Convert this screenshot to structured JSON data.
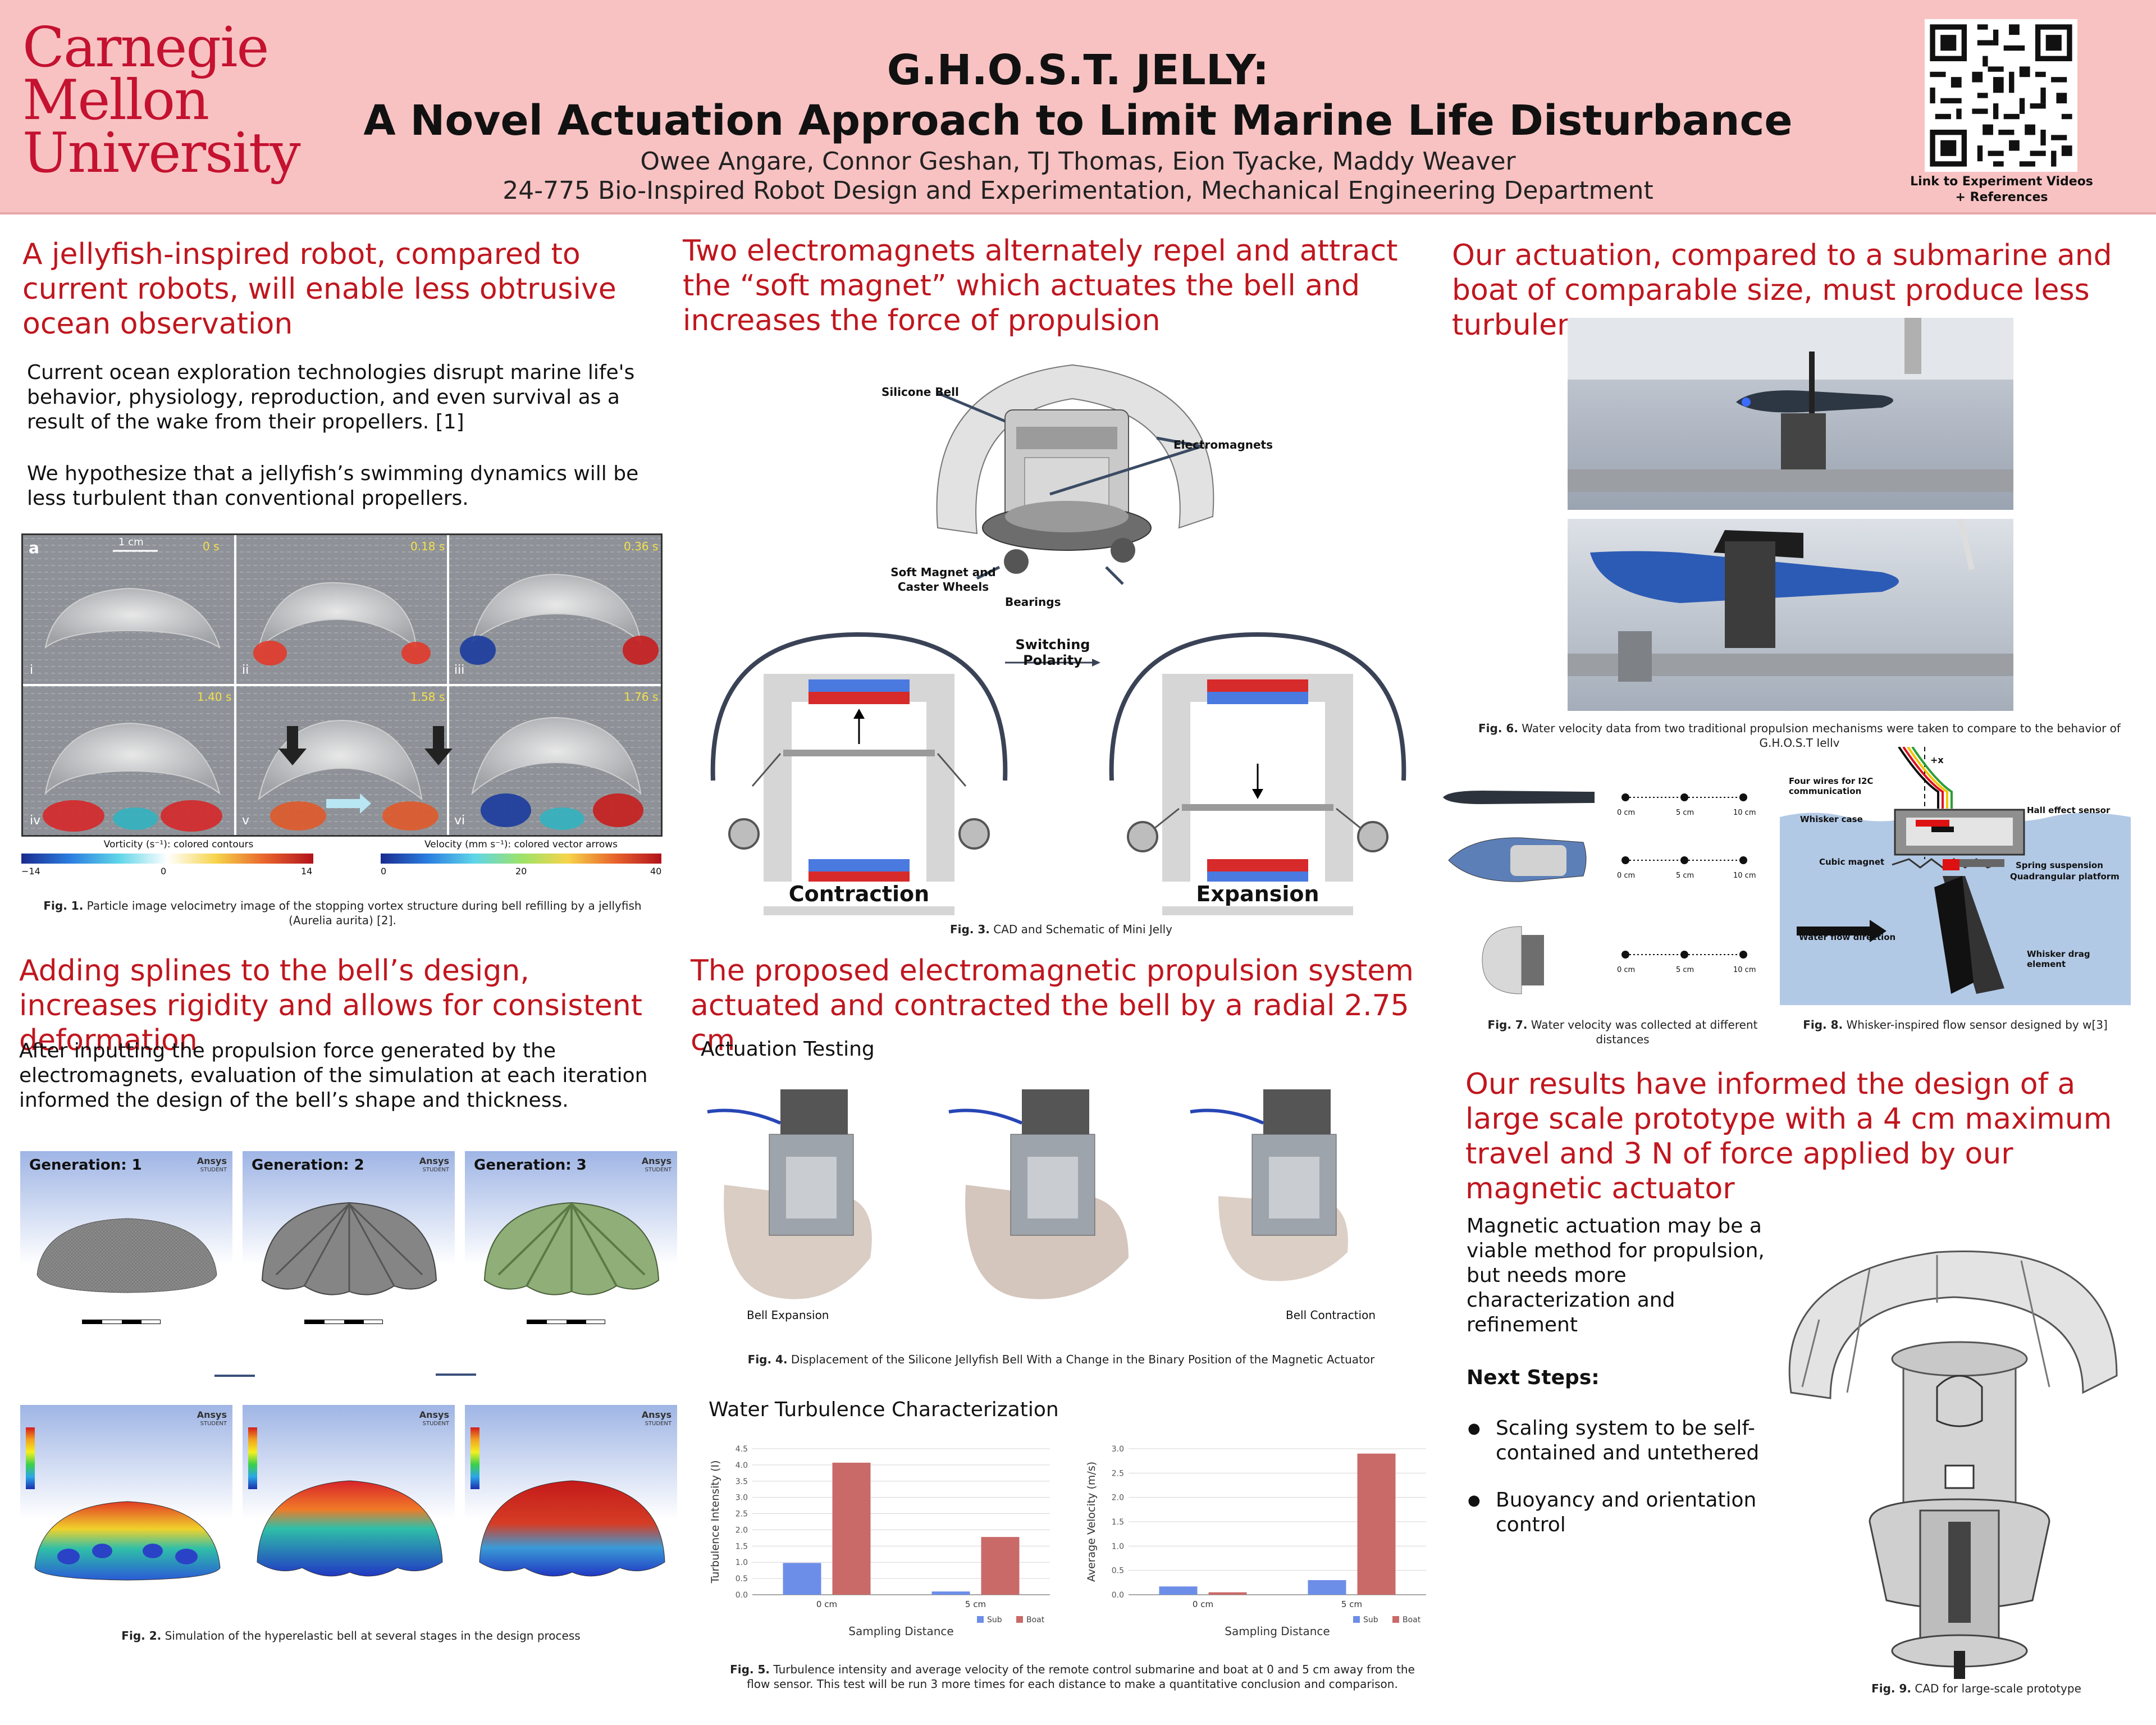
{
  "header": {
    "logo": [
      "Carnegie",
      "Mellon",
      "University"
    ],
    "title_line1": "G.H.O.S.T. JELLY:",
    "title_line2": "A Novel Actuation Approach to Limit Marine Life Disturbance",
    "authors": "Owee Angare, Connor Geshan, TJ Thomas, Eion Tyacke, Maddy Weaver",
    "course": "24-775 Bio-Inspired Robot Design and Experimentation, Mechanical Engineering Department",
    "qr_caption": "Link to Experiment Videos + References"
  },
  "col1": {
    "h1": "A jellyfish-inspired robot, compared to current robots, will enable less obtrusive ocean observation",
    "p1": "Current ocean exploration technologies disrupt marine life's behavior, physiology, reproduction, and even survival as a result of the wake from their propellers. [1]",
    "p2": "We hypothesize that a jellyfish’s swimming dynamics will be less turbulent than conventional propellers.",
    "fig1": {
      "panel_letter": "a",
      "scale": "1 cm",
      "times": [
        "0 s",
        "0.18 s",
        "0.36 s",
        "1.40 s",
        "1.58 s",
        "1.76 s"
      ],
      "roman": [
        "i",
        "ii",
        "iii",
        "iv",
        "v",
        "vi"
      ],
      "vort_label": "Vorticity (s⁻¹): colored contours",
      "vort_ticks": [
        "−14",
        "0",
        "14"
      ],
      "vel_label": "Velocity (mm s⁻¹): colored vector arrows",
      "vel_ticks": [
        "0",
        "20",
        "40"
      ],
      "caption_bold": "Fig. 1.",
      "caption": " Particle image velocimetry image of the stopping vortex structure during bell refilling by a jellyfish (Aurelia aurita) [2]."
    },
    "h2": "Adding splines to the bell’s design, increases rigidity and allows for consistent deformation",
    "p3": "After inputting the propulsion force generated by the electromagnets, evaluation of the simulation at each iteration informed the design of the bell’s shape and thickness.",
    "fig2": {
      "gens": [
        "Generation: 1",
        "Generation: 2",
        "Generation: 3"
      ],
      "ansys": "Ansys",
      "student": "STUDENT",
      "caption_bold": "Fig. 2.",
      "caption": " Simulation of the hyperelastic bell at several stages in the design process"
    }
  },
  "col2": {
    "h1": "Two electromagnets alternately repel and attract the “soft magnet” which actuates the bell and increases the force of propulsion",
    "fig3": {
      "labels": {
        "bell": "Silicone Bell",
        "em": "Electromagnets",
        "soft": "Soft Magnet and Caster Wheels",
        "bearings": "Bearings"
      },
      "switching": "Switching Polarity",
      "contraction": "Contraction",
      "expansion": "Expansion",
      "caption_bold": "Fig. 3.",
      "caption": " CAD and Schematic of Mini Jelly"
    },
    "h2": "The proposed electromagnetic propulsion system actuated and contracted the bell by a radial 2.75 cm",
    "actuation_title": "Actuation Testing",
    "fig4": {
      "left_label": "Bell Expansion",
      "right_label": "Bell Contraction",
      "caption_bold": "Fig. 4.",
      "caption": " Displacement of the Silicone Jellyfish Bell With a Change in the Binary Position of the Magnetic Actuator"
    },
    "turb_title": "Water Turbulence Characterization",
    "fig5": {
      "caption_bold": "Fig. 5.",
      "caption": " Turbulence intensity and average velocity of the remote control submarine and boat at 0 and 5 cm away from the flow sensor. This test will be run 3 more times for each distance to make a quantitative conclusion and comparison."
    }
  },
  "col3": {
    "h1": "Our actuation, compared to a submarine and boat of comparable size, must produce less turbulence",
    "fig6": {
      "caption_bold": "Fig. 6.",
      "caption": " Water velocity data from two traditional propulsion mechanisms were taken to compare to the behavior of G.H.O.S.T Jelly"
    },
    "fig7": {
      "dists": [
        "0 cm",
        "5 cm",
        "10 cm"
      ],
      "caption_bold": "Fig. 7.",
      "caption": " Water velocity was collected at different distances"
    },
    "fig8": {
      "labels": {
        "wires": "Four wires for I2C communication",
        "x": "+x",
        "hall": "Hall effect sensor",
        "case": "Whisker case",
        "cubic": "Cubic magnet",
        "spring": "Spring suspension",
        "platform": "Quadrangular platform",
        "flow": "Water flow direction",
        "drag": "Whisker drag element"
      },
      "caption_bold": "Fig. 8.",
      "caption": " Whisker-inspired flow sensor designed by w[3]"
    },
    "h2": "Our results have informed the design of a large scale prototype with a 4 cm maximum travel and 3 N of force applied by our magnetic actuator",
    "p1": "Magnetic actuation may be a viable method for propulsion, but needs more characterization and refinement",
    "next_steps": "Next Steps:",
    "bullets": [
      "Scaling system to be self-contained and untethered",
      "Buoyancy and orientation control"
    ],
    "fig9": {
      "caption_bold": "Fig. 9.",
      "caption": " CAD for large-scale prototype"
    }
  },
  "chart_data": [
    {
      "type": "bar",
      "categories": [
        "0 cm",
        "5 cm"
      ],
      "series": [
        {
          "name": "Sub",
          "values": [
            0.98,
            0.1
          ]
        },
        {
          "name": "Boat",
          "values": [
            4.07,
            1.78
          ]
        }
      ],
      "xlabel": "Sampling Distance",
      "ylabel": "Turbulence Intensity (I)",
      "ylim": [
        0,
        4.5
      ],
      "yticks": [
        "0.0",
        "0.5",
        "1.0",
        "1.5",
        "2.0",
        "2.5",
        "3.0",
        "3.5",
        "4.0",
        "4.5"
      ],
      "grid": true,
      "legend": "bottom-right",
      "colors": [
        "#6d8ee8",
        "#c96a68"
      ]
    },
    {
      "type": "bar",
      "categories": [
        "0 cm",
        "5 cm"
      ],
      "series": [
        {
          "name": "Sub",
          "values": [
            0.17,
            0.3
          ]
        },
        {
          "name": "Boat",
          "values": [
            0.05,
            2.9
          ]
        }
      ],
      "xlabel": "Sampling Distance",
      "ylabel": "Average Velocity (m/s)",
      "ylim": [
        0,
        3.0
      ],
      "yticks": [
        "0.0",
        "0.5",
        "1.0",
        "1.5",
        "2.0",
        "2.5",
        "3.0"
      ],
      "grid": true,
      "legend": "bottom-right",
      "colors": [
        "#6d8ee8",
        "#c96a68"
      ]
    }
  ]
}
